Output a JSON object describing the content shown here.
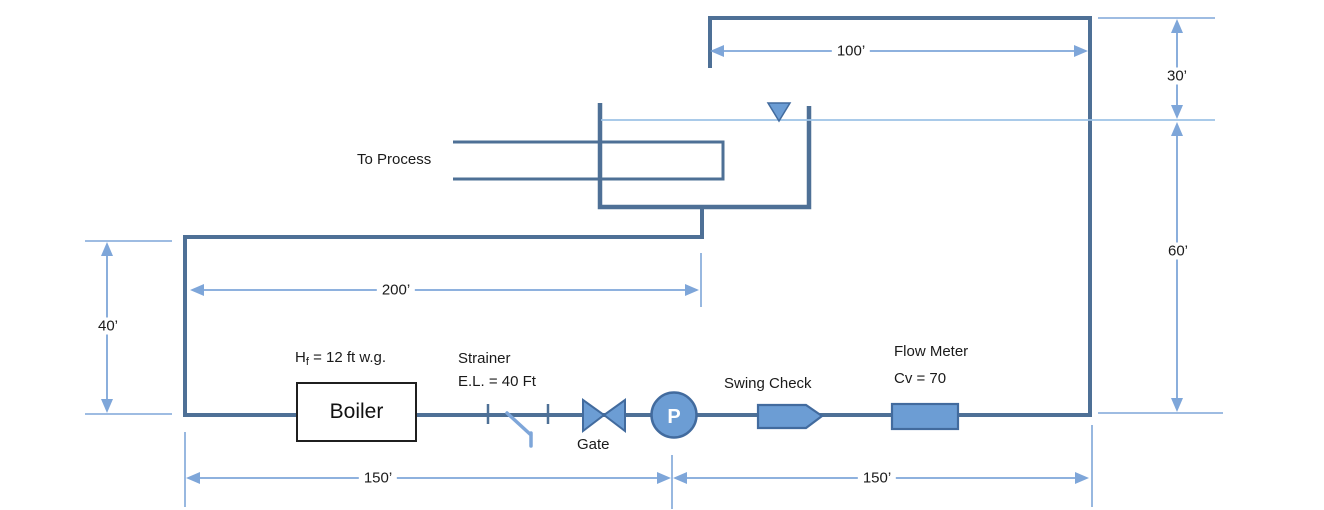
{
  "diagram": {
    "type": "piping-schematic",
    "equipment": {
      "boiler": {
        "label": "Boiler",
        "head_loss_prefix": "H",
        "head_loss_sub": "f",
        "head_loss_rest": " = 12 ft w.g."
      },
      "strainer": {
        "name": "Strainer",
        "elevation": "E.L. = 40 Ft"
      },
      "gate_valve": {
        "label": "Gate"
      },
      "pump": {
        "label": "P"
      },
      "swing_check": {
        "label": "Swing Check"
      },
      "flow_meter": {
        "name": "Flow Meter",
        "cv": "Cv = 70"
      },
      "tank_drawoff": {
        "label": "To Process"
      }
    },
    "dimensions": {
      "top_run": "100’",
      "upper_riser": "30’",
      "lower_riser": "60’",
      "left_drop": "40’",
      "upper_horizontal": "200’",
      "bottom_left_run": "150’",
      "bottom_right_run": "150’"
    },
    "colors": {
      "pipe": "#4e7096",
      "dimension_line": "#7ea6d9",
      "component_fill": "#6c9dd4",
      "component_stroke": "#426b9e",
      "water_line": "#9dc3e6",
      "text": "#1a1a1a"
    }
  }
}
